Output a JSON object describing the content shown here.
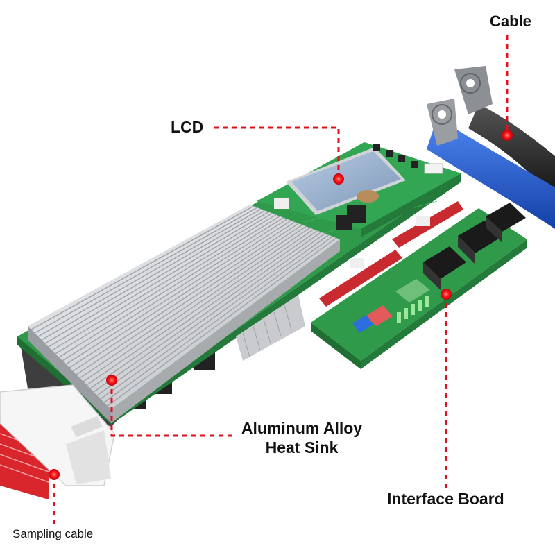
{
  "labels": {
    "cable": "Cable",
    "lcd": "LCD",
    "heat_sink_line1": "Aluminum Alloy",
    "heat_sink_line2": "Heat Sink",
    "interface_board": "Interface Board",
    "sampling_cable": "Sampling cable"
  },
  "colors": {
    "pointer": "#e0101e",
    "pcb_green": "#2f9a4a",
    "heat_sink": "#d4d6d8",
    "lcd_screen": "#8ea8c6",
    "cable_black": "#1e1e1e",
    "cable_blue": "#1c5ad8",
    "ribbon_red": "#d8262c"
  },
  "icons": [
    "heat-sink-icon",
    "bms-board-icon",
    "lcd-display-icon",
    "interface-board-icon",
    "power-cable-icon",
    "sampling-cable-icon"
  ]
}
